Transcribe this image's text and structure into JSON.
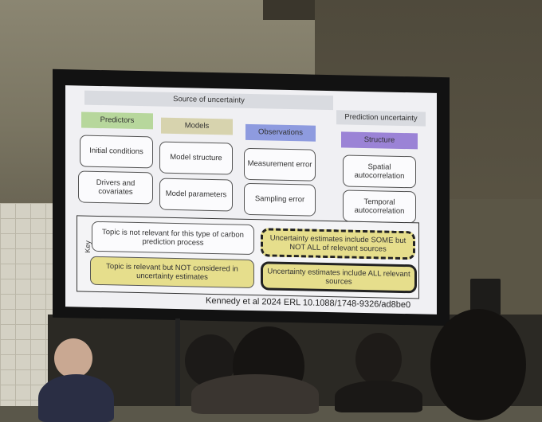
{
  "slide": {
    "source_banner": "Source of uncertainty",
    "prediction_banner": "Prediction uncertainty",
    "headers": [
      "Predictors",
      "Models",
      "Observations",
      "Structure"
    ],
    "predictors": [
      "Initial conditions",
      "Drivers and covariates"
    ],
    "models": [
      "Model structure",
      "Model parameters"
    ],
    "observations": [
      "Measurement error",
      "Sampling error"
    ],
    "structure": [
      "Spatial autocorrelation",
      "Temporal autocorrelation"
    ],
    "key": {
      "label": "Key",
      "not_relevant": "Topic is not relevant for this type of carbon prediction process",
      "relevant_not_considered": "Topic is relevant but NOT considered in uncertainty estimates",
      "some_sources": "Uncertainty estimates include SOME but NOT ALL of relevant sources",
      "all_sources": "Uncertainty estimates include ALL relevant sources"
    },
    "citation": "Kennedy et al 2024 ERL 10.1088/1748-9326/ad8be0"
  },
  "colors": {
    "predictors": "#b7d79c",
    "models": "#d7d3ae",
    "observations": "#8e9bdf",
    "structure": "#9b83d6",
    "key_yellow": "#e6de8c"
  }
}
